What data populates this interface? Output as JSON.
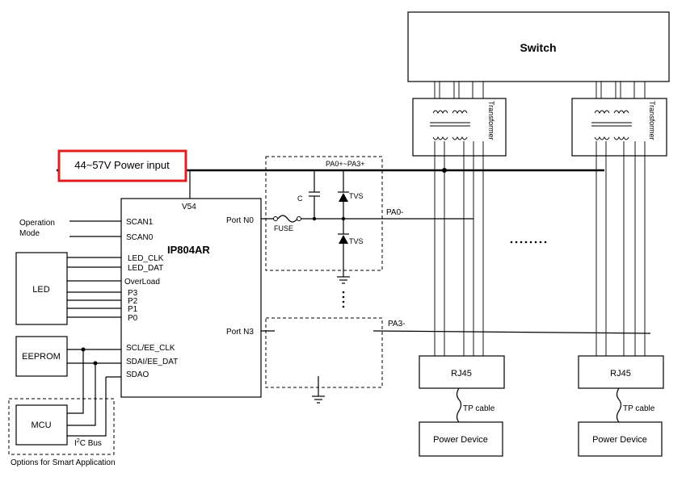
{
  "switch": {
    "label": "Switch"
  },
  "transformer": {
    "label": "Transformer"
  },
  "power_input": {
    "label": "44~57V Power input",
    "highlight_color": "#e02020"
  },
  "chip": {
    "name": "IP804AR",
    "v54": "V54",
    "port_n0": "Port N0",
    "port_n3": "Port N3",
    "pins": [
      "SCAN1",
      "SCAN0",
      "LED_CLK",
      "LED_DAT",
      "OverLoad",
      "P3",
      "P2",
      "P1",
      "P0",
      "SCL/EE_CLK",
      "SDAI/EE_DAT",
      "SDAO"
    ]
  },
  "operation_mode": {
    "line1": "Operation",
    "line2": "Mode"
  },
  "led": {
    "label": "LED"
  },
  "eeprom": {
    "label": "EEPROM"
  },
  "mcu": {
    "label": "MCU"
  },
  "i2c_bus": {
    "prefix": "I",
    "sup": "2",
    "suffix": "C Bus"
  },
  "options": {
    "label": "Options for Smart Application"
  },
  "protection": {
    "pa_range": "PA0+~PA3+",
    "cap": "C",
    "tvs_top": "TVS",
    "tvs_bottom": "TVS",
    "fuse": "FUSE",
    "pa0_minus": "PA0-",
    "pa3_minus": "PA3-"
  },
  "rj45": {
    "left": "RJ45",
    "right": "RJ45"
  },
  "tp_cable": {
    "left": "TP cable",
    "right": "TP cable"
  },
  "power_device": {
    "left": "Power Device",
    "right": "Power Device"
  }
}
